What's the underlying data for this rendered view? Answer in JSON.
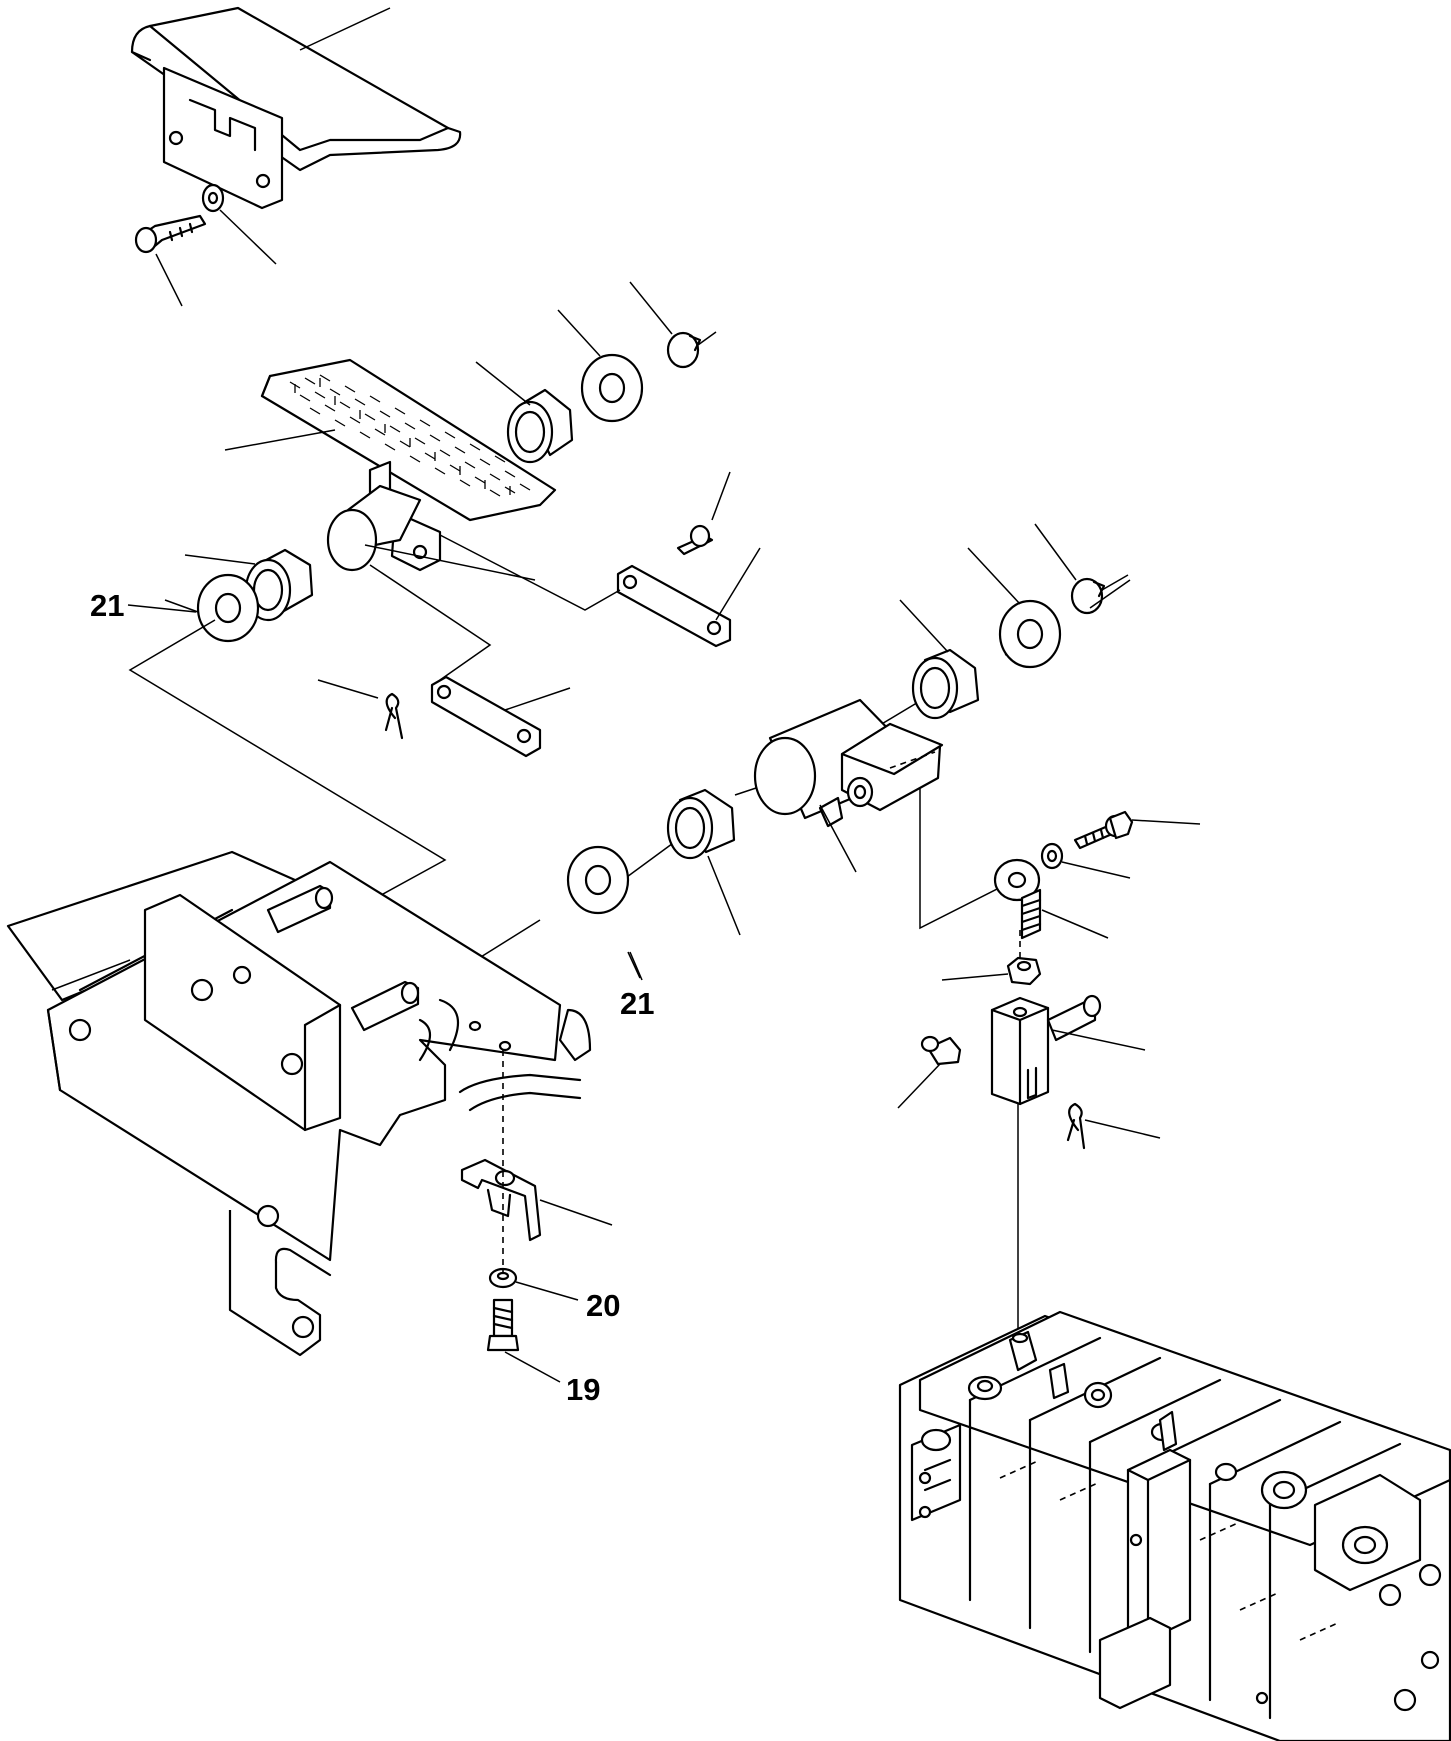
{
  "callouts": {
    "c21a": "21",
    "c21b": "21",
    "c20": "20",
    "c19": "19"
  }
}
